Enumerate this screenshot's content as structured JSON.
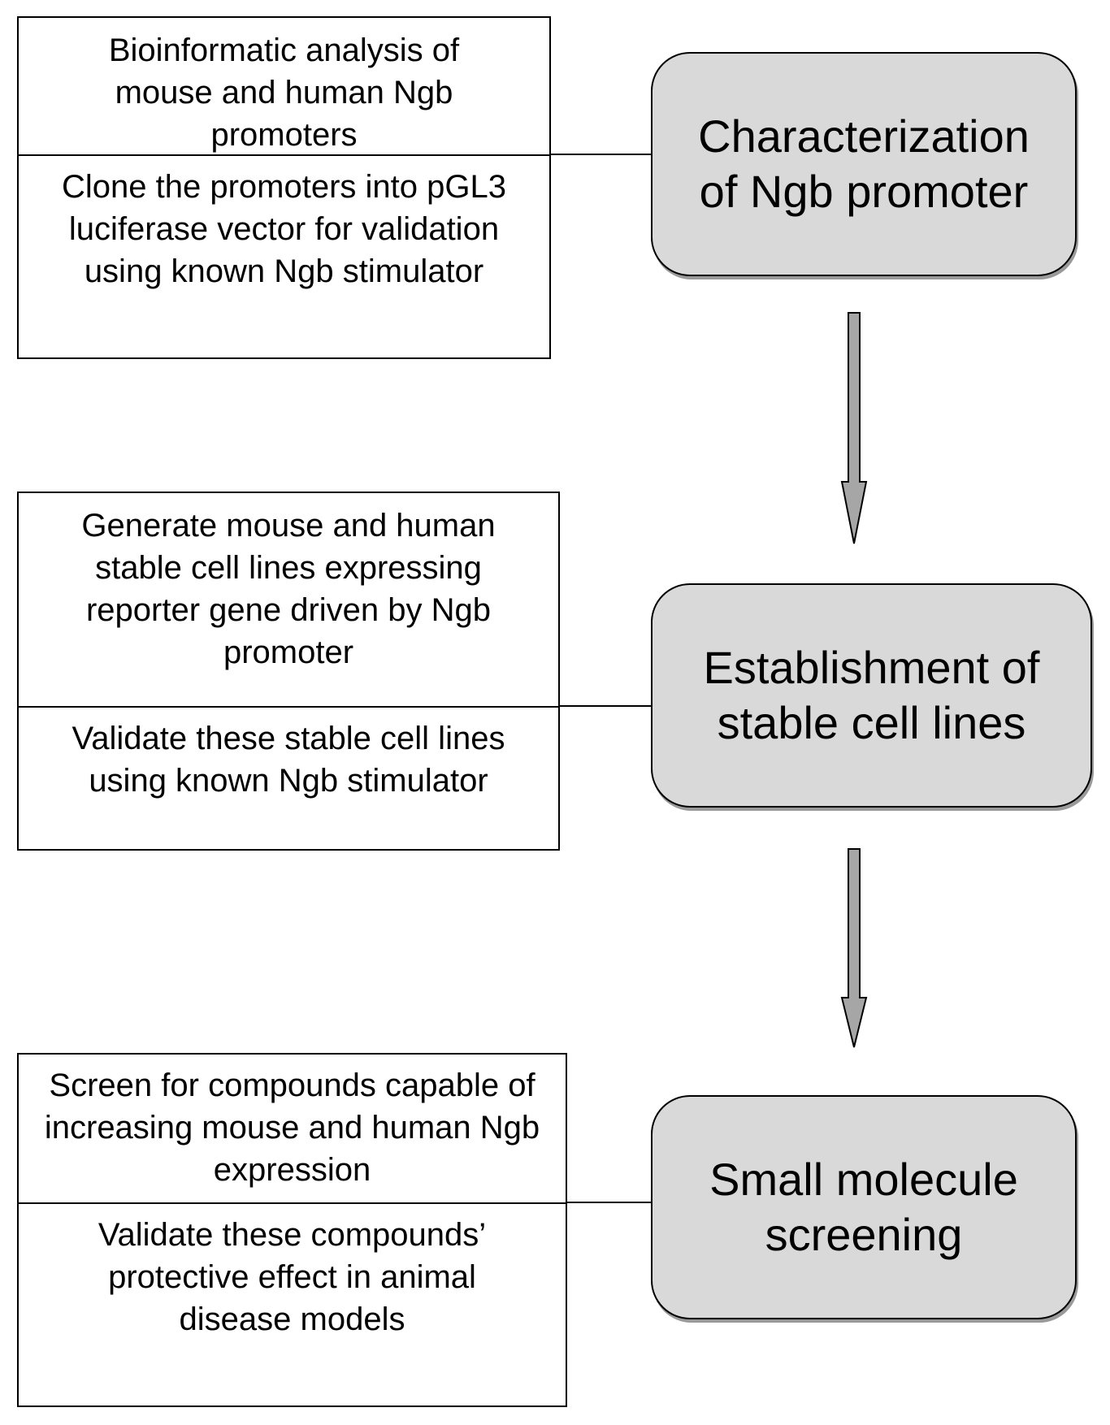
{
  "stages": [
    {
      "title": "Characterization of Ngb promoter",
      "steps": [
        "Bioinformatic analysis of mouse and human Ngb promoters",
        "Clone the promoters into pGL3 luciferase vector for validation using known Ngb stimulator"
      ]
    },
    {
      "title": "Establishment of stable cell lines",
      "steps": [
        "Generate mouse and human stable cell lines expressing reporter gene driven by Ngb promoter",
        "Validate these stable cell lines using known Ngb stimulator"
      ]
    },
    {
      "title": "Small molecule screening",
      "steps": [
        "Screen for compounds capable of increasing mouse and human Ngb expression",
        "Validate these compounds’ protective effect in animal disease models"
      ]
    }
  ],
  "colors": {
    "stage_fill": "#d9d9d9",
    "arrow_fill": "#a6a6a6",
    "line": "#000000"
  }
}
